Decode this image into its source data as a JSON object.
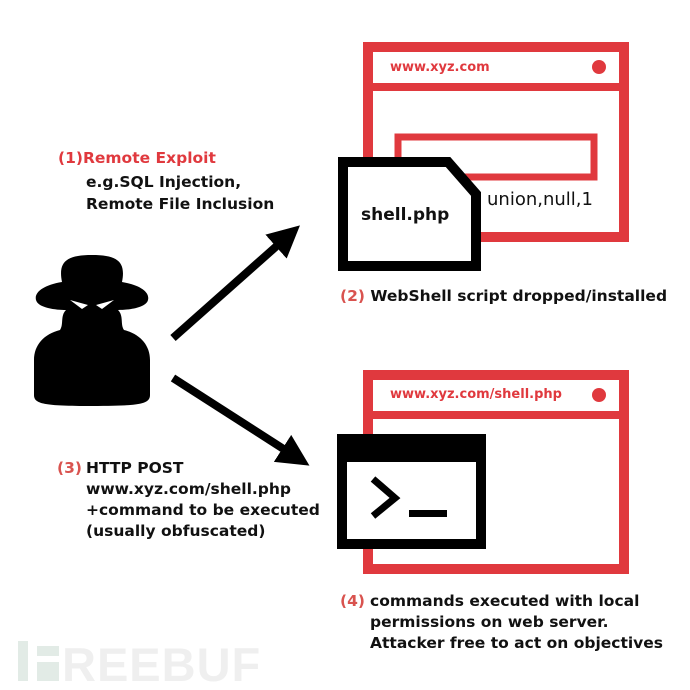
{
  "colors": {
    "accent": "#e0393e",
    "ink": "#000000",
    "watermark": "#dfe9e4"
  },
  "step1": {
    "label": "(1)Remote Exploit",
    "lines": [
      "e.g.SQL Injection,",
      "Remote File Inclusion"
    ]
  },
  "browser1": {
    "url": "www.xyz.com",
    "input_text": "union,null,1",
    "file_label": "shell.php"
  },
  "step2": {
    "num": "(2)",
    "text": "WebShell script dropped/installed"
  },
  "step3": {
    "num": "(3)",
    "lines": [
      "HTTP POST",
      "www.xyz.com/shell.php",
      "+command to be executed",
      "(usually obfuscated)"
    ]
  },
  "browser2": {
    "url": "www.xyz.com/shell.php",
    "terminal_prompt": ">_"
  },
  "step4": {
    "num": "(4)",
    "lines": [
      "commands executed with local",
      "permissions on web server.",
      "Attacker free to act on objectives"
    ]
  },
  "watermark": "FREEBUF",
  "icons": {
    "attacker": "hacker-silhouette-icon",
    "file": "file-icon",
    "terminal": "terminal-icon"
  }
}
